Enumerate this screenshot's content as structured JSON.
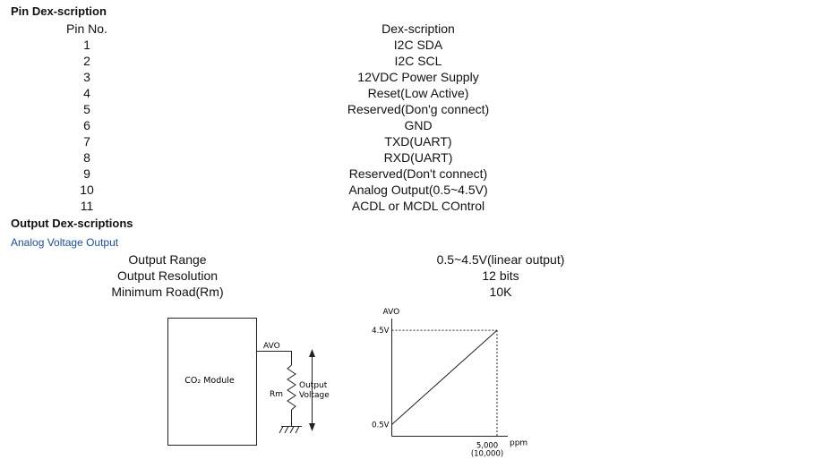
{
  "pin_section": {
    "title": "Pin Dex-scription",
    "header": {
      "pin_no": "Pin No.",
      "description": "Dex-scription"
    },
    "rows": [
      {
        "pin": "1",
        "description": "I2C SDA"
      },
      {
        "pin": "2",
        "description": "I2C SCL"
      },
      {
        "pin": "3",
        "description": "12VDC Power Supply"
      },
      {
        "pin": "4",
        "description": "Reset(Low Active)"
      },
      {
        "pin": "5",
        "description": "Reserved(Don'g connect)"
      },
      {
        "pin": "6",
        "description": "GND"
      },
      {
        "pin": "7",
        "description": "TXD(UART)"
      },
      {
        "pin": "8",
        "description": "RXD(UART)"
      },
      {
        "pin": "9",
        "description": "Reserved(Don't connect)"
      },
      {
        "pin": "10",
        "description": "Analog Output(0.5~4.5V)"
      },
      {
        "pin": "11",
        "description": "ACDL or MCDL COntrol"
      }
    ]
  },
  "output_section": {
    "title": "Output Dex-scriptions",
    "subtitle": "Analog Voltage Output",
    "rows": [
      {
        "name": "Output Range",
        "value": "0.5~4.5V(linear output)"
      },
      {
        "name": "Output Resolution",
        "value": "12 bits"
      },
      {
        "name": "Minimum Road(Rm)",
        "value": "10K"
      }
    ]
  },
  "circuit": {
    "module_label": "CO₂ Module",
    "avo_label": "AVO",
    "resistor_label": "Rm",
    "output_label_1": "Output",
    "output_label_2": "Voltage"
  },
  "chart_data": {
    "type": "line",
    "title": "",
    "ylabel": "AVO",
    "xlabel": "ppm",
    "y_ticks": [
      "0.5V",
      "4.5V"
    ],
    "x_tick": "5,000",
    "x_tick_alt": "(10,000)",
    "series": [
      {
        "x": [
          0,
          5000
        ],
        "y": [
          0.5,
          4.5
        ]
      }
    ],
    "xlim": [
      0,
      5000
    ],
    "ylim": [
      0,
      5
    ]
  }
}
